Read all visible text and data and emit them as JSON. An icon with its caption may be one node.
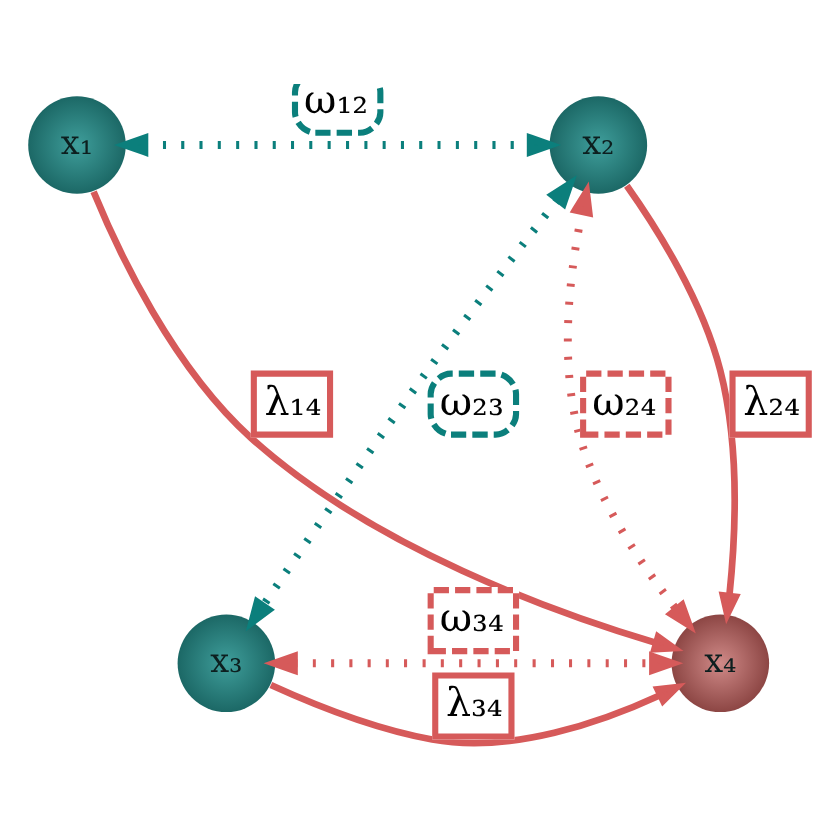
{
  "diagram": {
    "nodes": [
      {
        "text": [
          "x₁"
        ]
      },
      {
        "text": [
          "x₂"
        ]
      },
      {
        "text": [
          "x₃"
        ]
      },
      {
        "text": [
          "x₄"
        ]
      }
    ],
    "edges": [
      {
        "from": 0,
        "to": 3,
        "arrow": "to",
        "label": "λ₁₄"
      },
      {
        "from": 1,
        "to": 3,
        "arrow": "to",
        "label": "λ₂₄"
      },
      {
        "from": 2,
        "to": 3,
        "arrow": "to",
        "label": "λ₃₄"
      },
      {
        "from": 0,
        "to": 1,
        "arrow": "both",
        "label": "ω₁₂",
        "style": "dashed",
        "color": "#0b7f7c"
      },
      {
        "from": 1,
        "to": 2,
        "arrow": "both",
        "label": "ω₂₃",
        "style": "dashed",
        "color": "#0b7f7c"
      },
      {
        "from": 1,
        "to": 3,
        "arrow": "both",
        "label": "ω₂₄",
        "style": "dashed"
      },
      {
        "from": 2,
        "to": 3,
        "arrow": "both",
        "label": "ω₃₄",
        "style": "dashed"
      }
    ]
  }
}
